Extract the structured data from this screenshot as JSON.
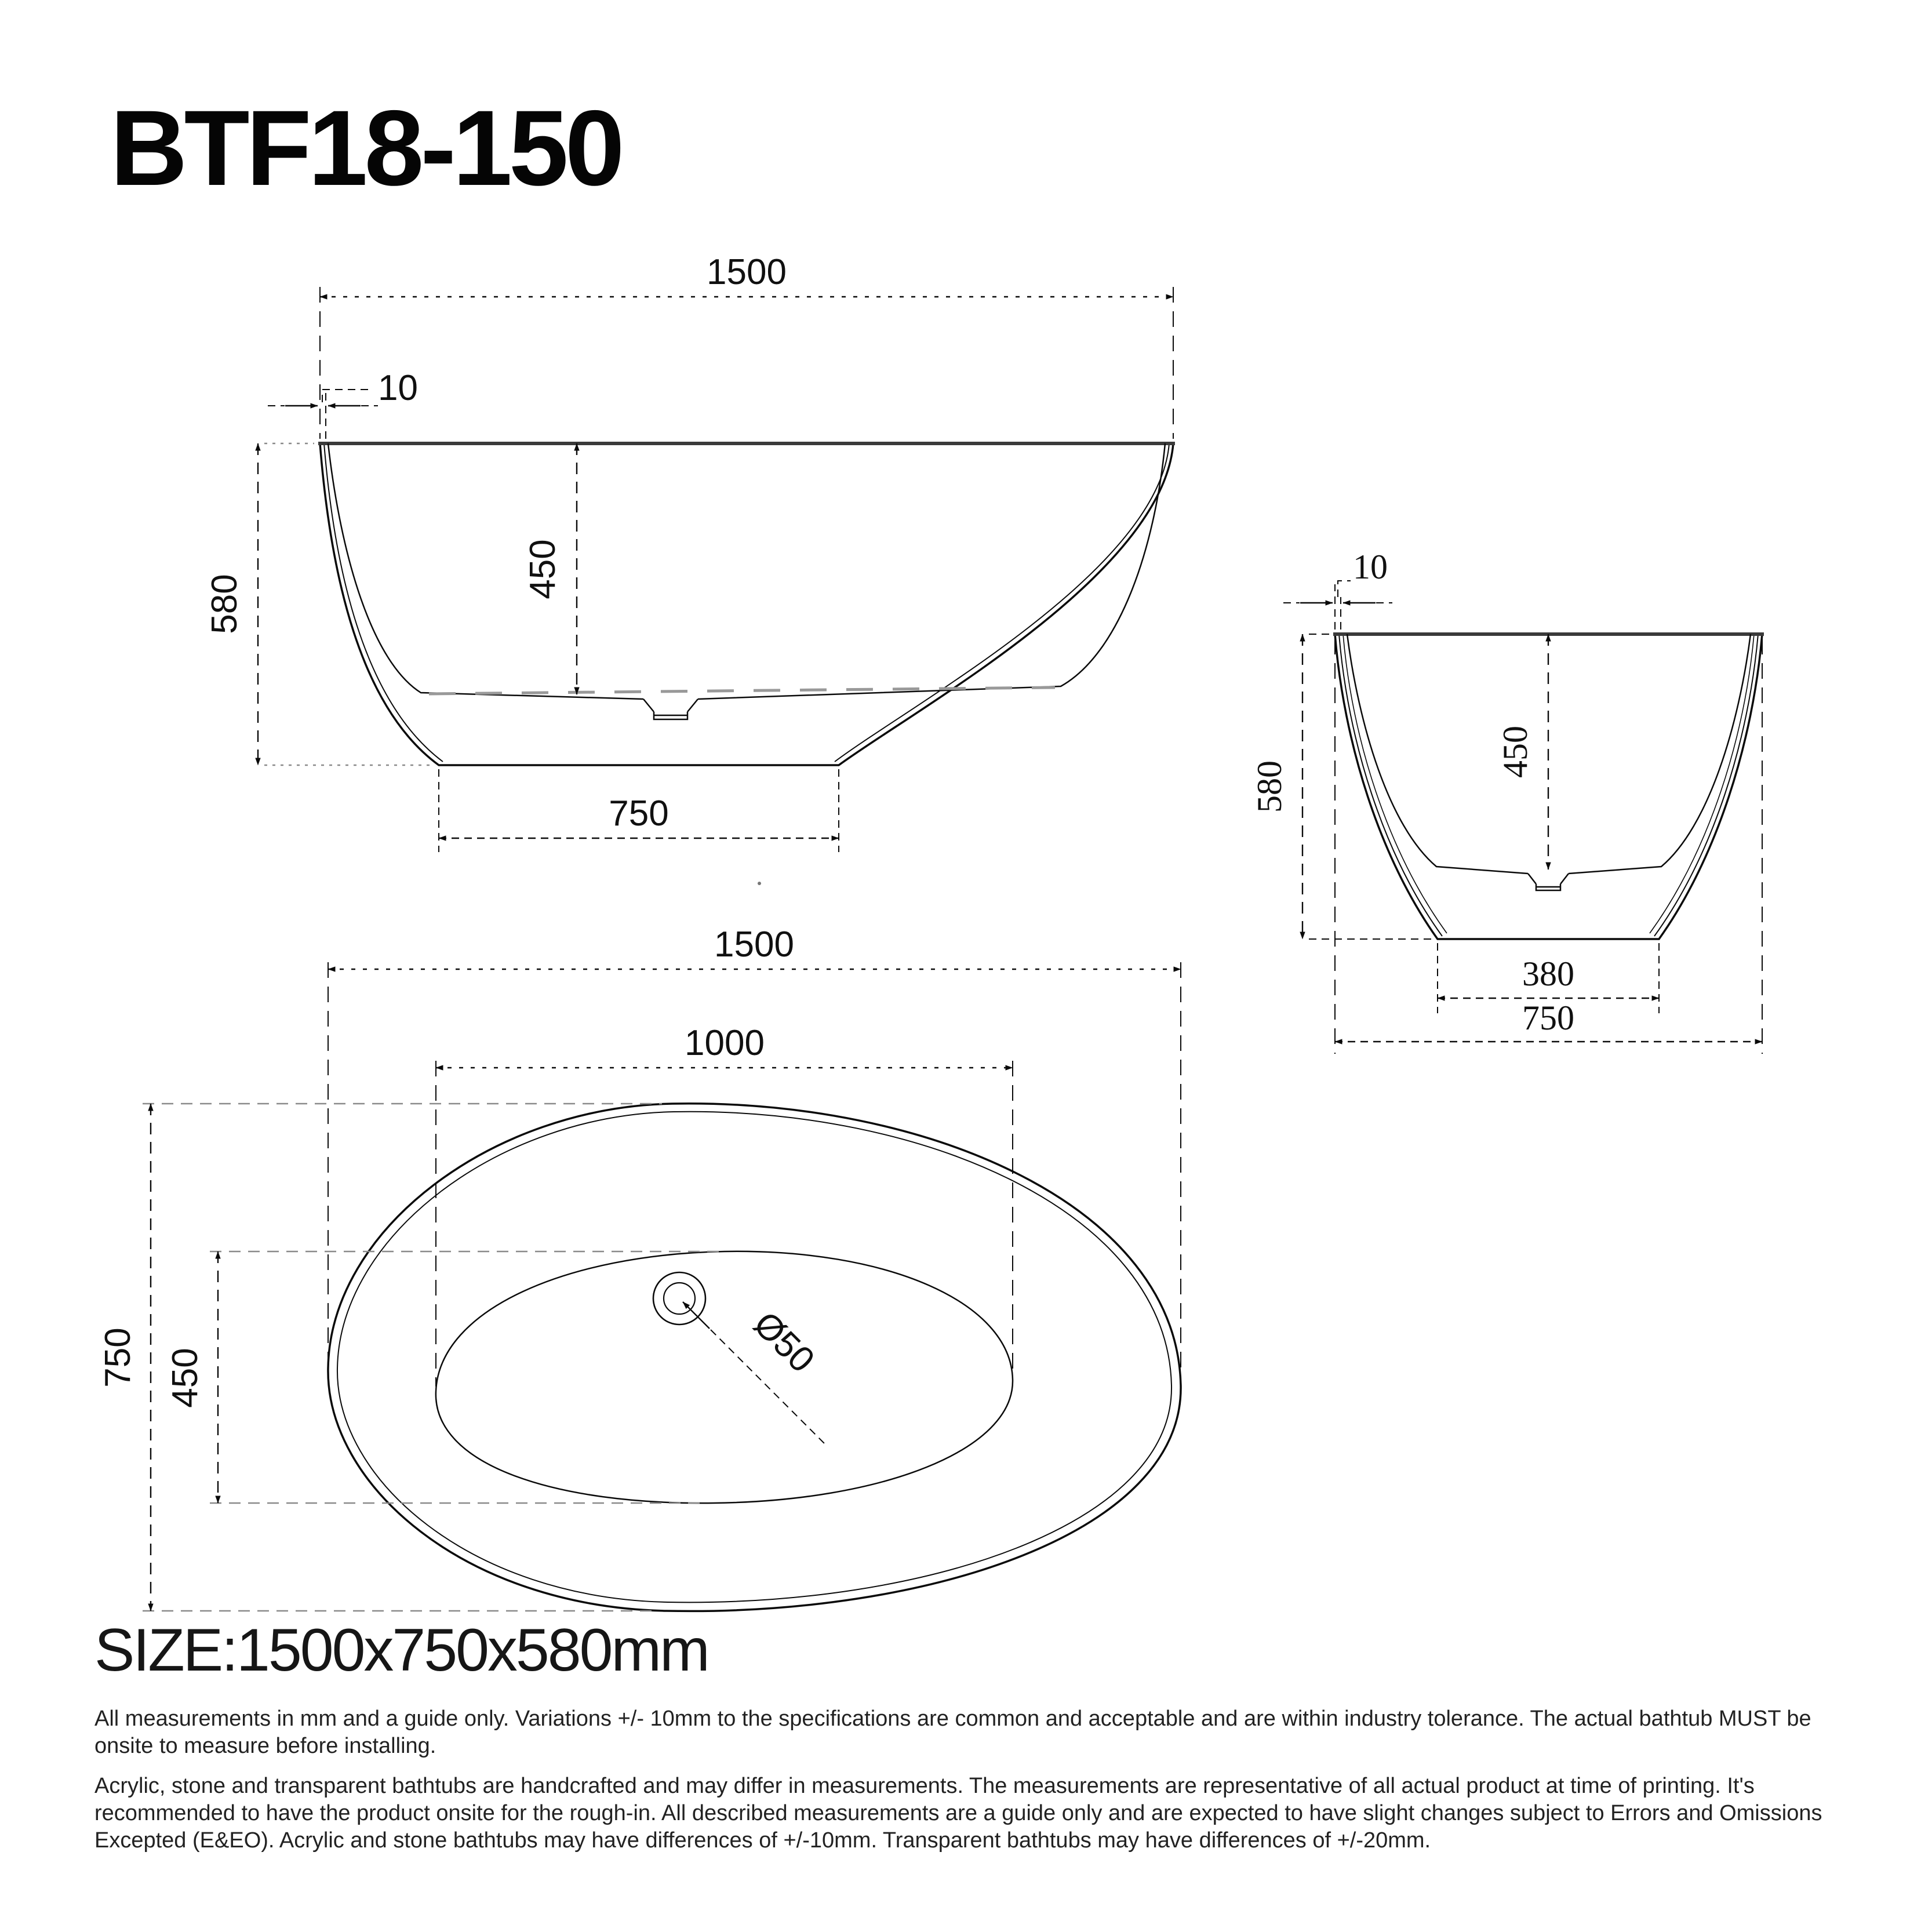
{
  "title": "BTF18-150",
  "size_line": "SIZE:1500x750x580mm",
  "views": {
    "front": {
      "label": "front-elevation",
      "dims": {
        "length": "1500",
        "rim": "10",
        "height": "580",
        "depth": "450",
        "base": "750"
      }
    },
    "side": {
      "label": "side-elevation",
      "dims": {
        "rim": "10",
        "height": "580",
        "depth": "450",
        "base": "380",
        "width": "750"
      }
    },
    "plan": {
      "label": "top-plan",
      "dims": {
        "length": "1500",
        "inner_length": "1000",
        "width": "750",
        "inner_width": "450",
        "drain": "Ø50"
      }
    }
  },
  "notes": {
    "para1": "All measurements in mm and a guide only. Variations +/- 10mm to the specifications are common and acceptable and are within industry tolerance. The actual bathtub MUST be onsite to measure before installing.",
    "para2": "Acrylic, stone and transparent bathtubs are handcrafted and may differ in measurements. The measurements are representative of all actual product at time of printing. It's recommended to have the product onsite for the rough-in. All described measurements are a guide only and are expected to have slight changes subject to Errors and Omissions Excepted (E&EO). Acrylic and stone bathtubs may have differences of +/-10mm. Transparent bathtubs may have differences of +/-20mm."
  },
  "colors": {
    "line": "#0a0a0a",
    "gray": "#8a8a8a"
  }
}
